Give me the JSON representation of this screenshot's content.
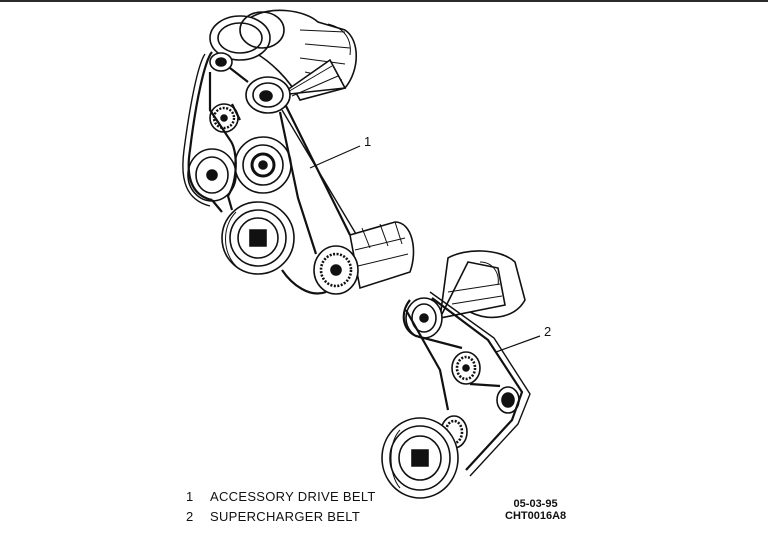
{
  "callouts": [
    "1",
    "2"
  ],
  "legend": [
    {
      "num": "1",
      "label": "ACCESSORY DRIVE BELT"
    },
    {
      "num": "2",
      "label": "SUPERCHARGER BELT"
    }
  ],
  "figure_code": {
    "date": "05-03-95",
    "id": "CHT0016A8"
  }
}
